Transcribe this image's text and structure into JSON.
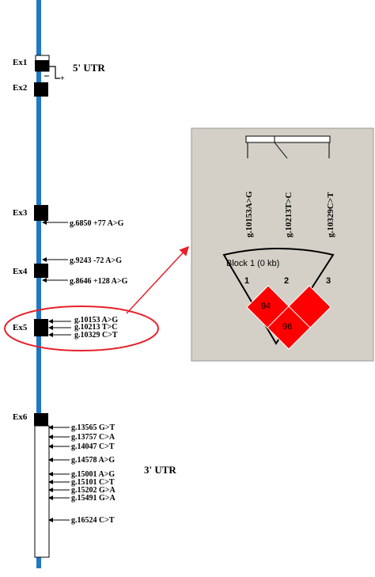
{
  "gene": {
    "exons": [
      "Ex1",
      "Ex2",
      "Ex3",
      "Ex4",
      "Ex5",
      "Ex6"
    ],
    "utr5": "5' UTR",
    "utr3": "3' UTR",
    "variants": [
      "g.6850 +77 A>G",
      "g.9243 -72 A>G",
      "g.8646 +128 A>G",
      "g.10153 A>G",
      "g.10213 T>C",
      "g.10329 C>T",
      "g.13565 G>T",
      "g.13757 C>A",
      "g.14047 C>T",
      "g.14578 A>G",
      "g.15001 A>G",
      "g.15101 C>T",
      "g.15202 G>A",
      "g.15491 G>A",
      "g.16524 C>T"
    ]
  },
  "haploview": {
    "markers": [
      "g.10153A>G",
      "g.10213T>C",
      "g.10329C>T"
    ],
    "block_label": "Block 1 (0 kb)",
    "marker_numbers": [
      "1",
      "2",
      "3"
    ],
    "ld_values": [
      "94",
      "96"
    ],
    "colors": {
      "panel": "#d4d0c8",
      "ld": "#ff0000",
      "gene_line": "#1f78c8",
      "callout": "#e8202a"
    }
  }
}
